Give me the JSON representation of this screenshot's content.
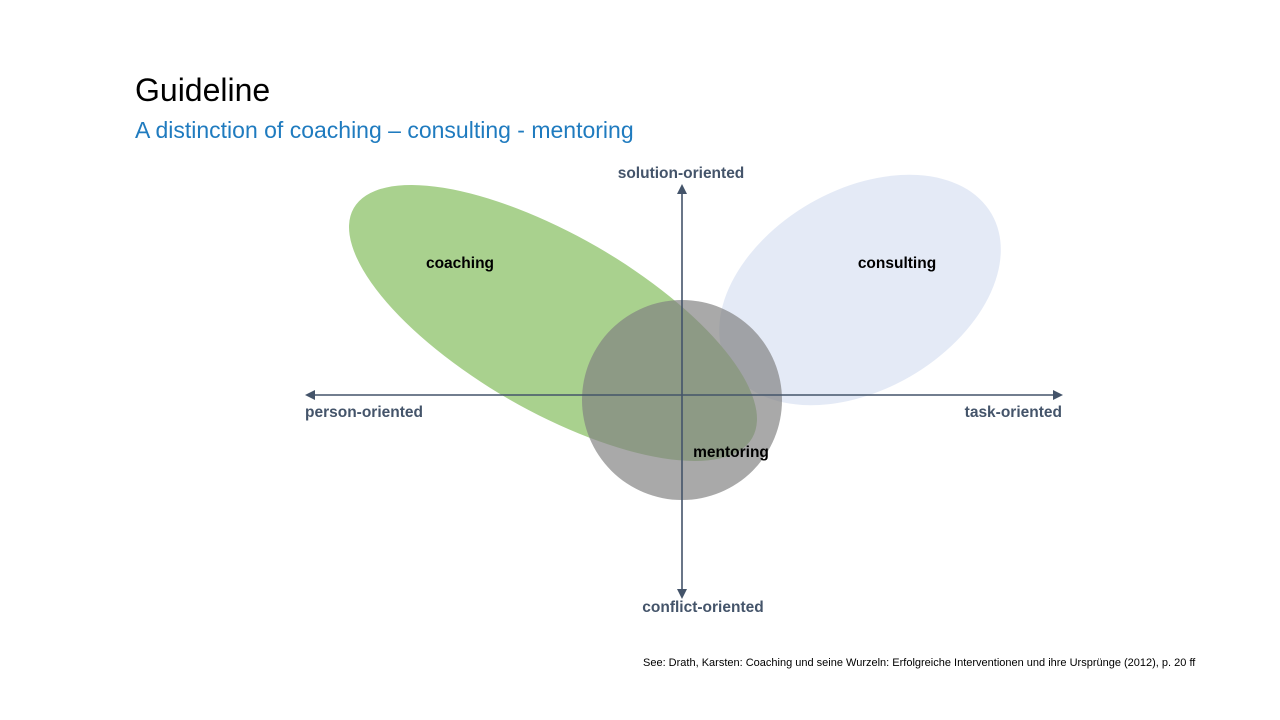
{
  "slide": {
    "title": "Guideline",
    "subtitle": "A distinction of coaching – consulting - mentoring"
  },
  "diagram": {
    "axes": {
      "top": "solution-oriented",
      "bottom": "conflict-oriented",
      "left": "person-oriented",
      "right": "task-oriented",
      "color": "#44546a"
    },
    "regions": [
      {
        "id": "coaching",
        "label": "coaching",
        "color": "#a9d18e"
      },
      {
        "id": "consulting",
        "label": "consulting",
        "color": "#e3e9f5"
      },
      {
        "id": "mentoring",
        "label": "mentoring",
        "color": "#808080"
      }
    ]
  },
  "footnote": "See:  Drath, Karsten: Coaching und seine Wurzeln: Erfolgreiche Interventionen und ihre Ursprünge (2012), p. 20 ff"
}
